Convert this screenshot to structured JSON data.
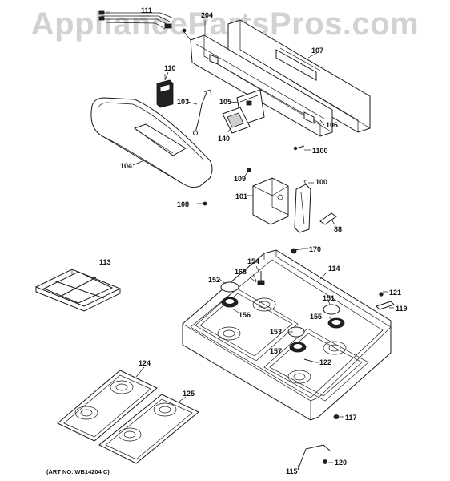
{
  "watermark": "AppliancePartsPros.com",
  "art_number": "(ART NO. WB14204 C)",
  "callouts": {
    "p111": "111",
    "p204": "204",
    "p107": "107",
    "p110": "110",
    "p105": "105",
    "p103": "103",
    "p106": "106",
    "p140": "140",
    "p1100": "1100",
    "p104": "104",
    "p109": "109",
    "p100": "100",
    "p101": "101",
    "p108": "108",
    "p88": "88",
    "p170": "170",
    "p113": "113",
    "p154": "154",
    "p114": "114",
    "p168": "168",
    "p152": "152",
    "p121": "121",
    "p151": "151",
    "p156": "156",
    "p119": "119",
    "p155": "155",
    "p153": "153",
    "p157": "157",
    "p122": "122",
    "p124": "124",
    "p125": "125",
    "p117": "117",
    "p120": "120",
    "p115": "115"
  }
}
